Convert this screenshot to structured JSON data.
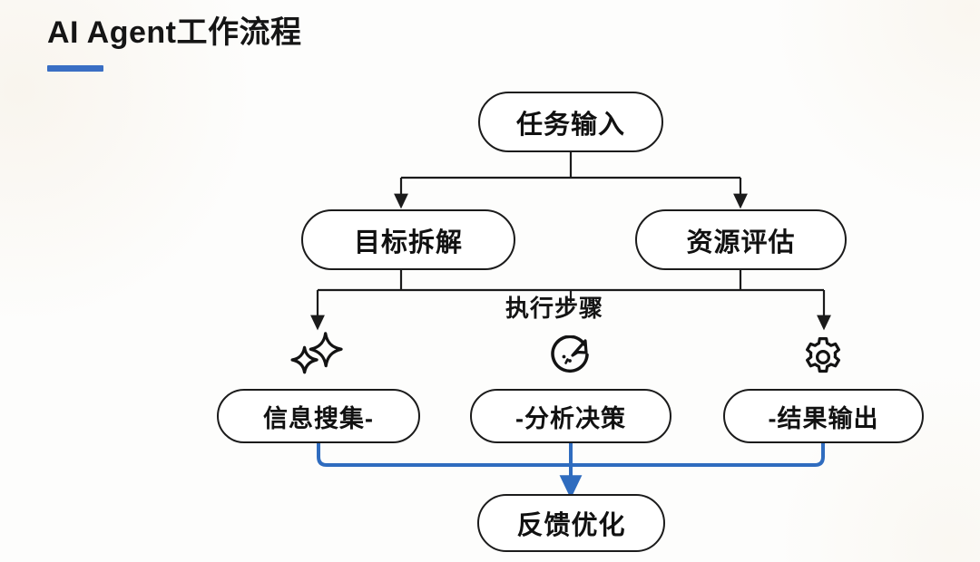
{
  "header": {
    "title": "AI Agent工作流程",
    "rule_color": "#3a6fc4"
  },
  "theme": {
    "line_color": "#1b1b1b",
    "accent_color": "#2f6cbf",
    "node_border": "#1b1b1b",
    "node_fill": "#ffffff",
    "text_color": "#111111",
    "background": "#ffffff"
  },
  "diagram": {
    "type": "flowchart",
    "orientation": "top-down",
    "stage_label": "执行步骤",
    "nodes": [
      {
        "id": "task-input",
        "label": "任务输入",
        "row": 0,
        "shape": "pill"
      },
      {
        "id": "goal-decompose",
        "label": "目标拆解",
        "row": 1,
        "shape": "pill"
      },
      {
        "id": "resource-assess",
        "label": "资源评估",
        "row": 1,
        "shape": "pill"
      },
      {
        "id": "info-gather",
        "label": "信息搜集-",
        "row": 2,
        "shape": "pill",
        "icon": "sparkle-icon"
      },
      {
        "id": "analyze-decide",
        "label": "-分析决策",
        "row": 2,
        "shape": "pill",
        "icon": "analysis-circle-icon"
      },
      {
        "id": "result-output",
        "label": "-结果输出",
        "row": 2,
        "shape": "pill",
        "icon": "gear-icon"
      },
      {
        "id": "feedback-optimize",
        "label": "反馈优化",
        "row": 3,
        "shape": "pill"
      }
    ],
    "edges": [
      {
        "from": "task-input",
        "to": "goal-decompose",
        "color": "#1b1b1b",
        "arrow": true
      },
      {
        "from": "task-input",
        "to": "resource-assess",
        "color": "#1b1b1b",
        "arrow": true
      },
      {
        "from": "goal-decompose",
        "to": "info-gather",
        "color": "#1b1b1b",
        "arrow": true
      },
      {
        "from": "resource-assess",
        "to": "result-output",
        "color": "#1b1b1b",
        "arrow": true
      },
      {
        "from": "analyze-decide",
        "to": "feedback-optimize",
        "color": "#2f6cbf",
        "arrow": true
      },
      {
        "from": "info-gather",
        "to": "feedback-optimize",
        "color": "#2f6cbf",
        "arrow": false
      },
      {
        "from": "result-output",
        "to": "feedback-optimize",
        "color": "#2f6cbf",
        "arrow": false
      }
    ]
  }
}
